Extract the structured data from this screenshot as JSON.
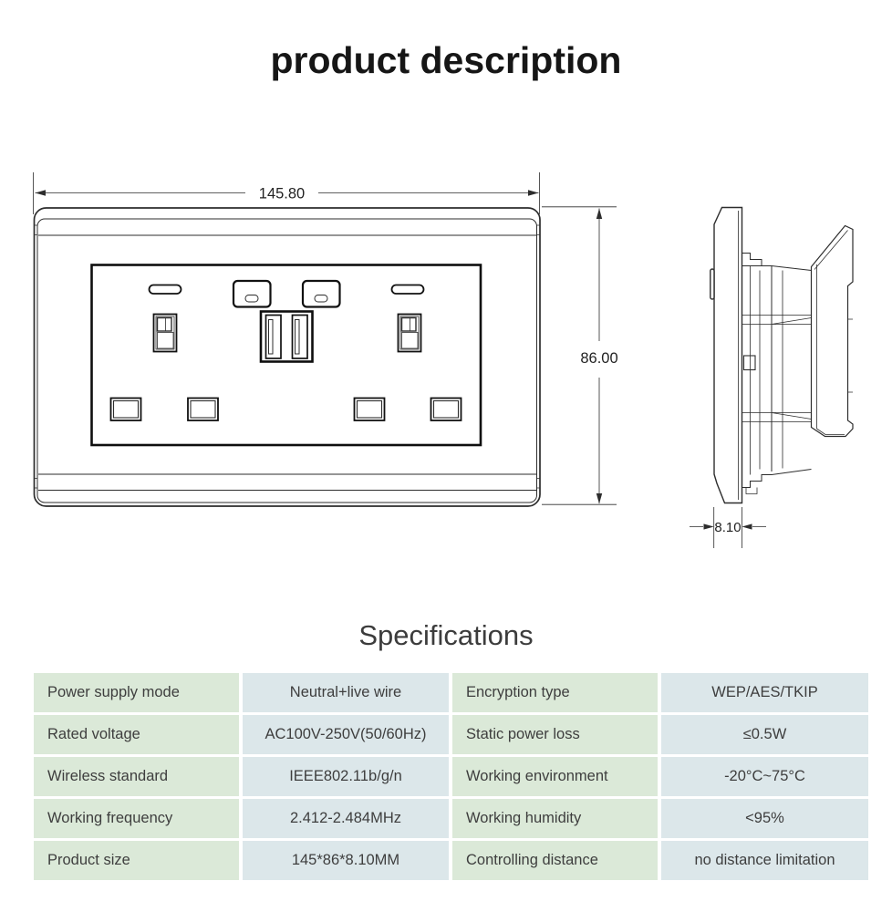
{
  "title": "product description",
  "sections": {
    "specifications_heading": "Specifications"
  },
  "drawing": {
    "front_view": {
      "width_mm": "145.80",
      "height_mm": "86.00"
    },
    "side_view": {
      "depth_mm": "8.10"
    }
  },
  "colors": {
    "label_cell_bg": "#dbe9d8",
    "value_cell_bg": "#dce7ea",
    "drawing_line": "#2d2d2d",
    "table_text": "#3e3e3e"
  },
  "spec_table": {
    "rows": [
      {
        "label1": "Power supply mode",
        "value1": "Neutral+live wire",
        "label2": "Encryption type",
        "value2": "WEP/AES/TKIP"
      },
      {
        "label1": "Rated voltage",
        "value1": "AC100V-250V(50/60Hz)",
        "label2": "Static power loss",
        "value2": "≤0.5W"
      },
      {
        "label1": "Wireless standard",
        "value1": "IEEE802.11b/g/n",
        "label2": "Working environment",
        "value2": "-20°C~75°C"
      },
      {
        "label1": "Working frequency",
        "value1": "2.412-2.484MHz",
        "label2": "Working humidity",
        "value2": "<95%"
      },
      {
        "label1": "Product size",
        "value1": "145*86*8.10MM",
        "label2": "Controlling distance",
        "value2": "no distance limitation"
      }
    ]
  }
}
